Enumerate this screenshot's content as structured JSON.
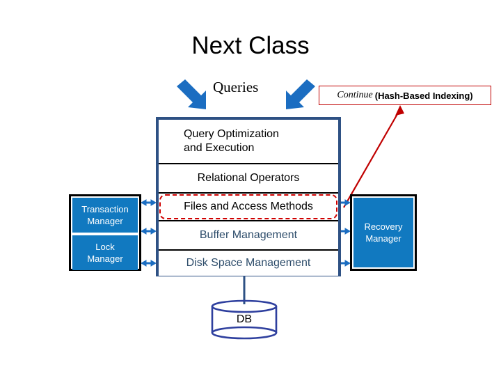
{
  "slide": {
    "title": "Next Class",
    "background_color": "#FFFFFF"
  },
  "labels": {
    "queries": "Queries",
    "db": "DB"
  },
  "callout": {
    "italic_text": "Continue",
    "bold_text": "(Hash-Based Indexing)",
    "border_color": "#C00000"
  },
  "architecture": {
    "center_stack": {
      "border_color": "#2E5184",
      "rows": [
        {
          "id": "query-optimization",
          "line1": "Query Optimization",
          "line2": "and Execution",
          "text_color": "#000000"
        },
        {
          "id": "relational-operators",
          "label": "Relational Operators",
          "text_color": "#000000"
        },
        {
          "id": "files-and-access-methods",
          "label": "Files and Access Methods",
          "text_color": "#000000",
          "highlight_color": "#D00000",
          "highlighted": true
        },
        {
          "id": "buffer-management",
          "label": "Buffer Management",
          "text_color": "#2E4D6B"
        },
        {
          "id": "disk-space-management",
          "label": "Disk Space Management",
          "text_color": "#2E4D6B"
        }
      ]
    },
    "left_panel": {
      "boxes": [
        {
          "id": "transaction-manager",
          "line1": "Transaction",
          "line2": "Manager"
        },
        {
          "id": "lock-manager",
          "line1": "Lock",
          "line2": "Manager"
        }
      ]
    },
    "right_panel": {
      "boxes": [
        {
          "id": "recovery-manager",
          "line1": "Recovery",
          "line2": "Manager"
        }
      ]
    },
    "colors": {
      "box_fill": "#1179C0",
      "box_text": "#FFFFFF",
      "arrow_blue": "#1B6DC1",
      "arrow_red": "#C00000",
      "panel_border": "#000000",
      "db_outline": "#2E3F9E"
    }
  }
}
